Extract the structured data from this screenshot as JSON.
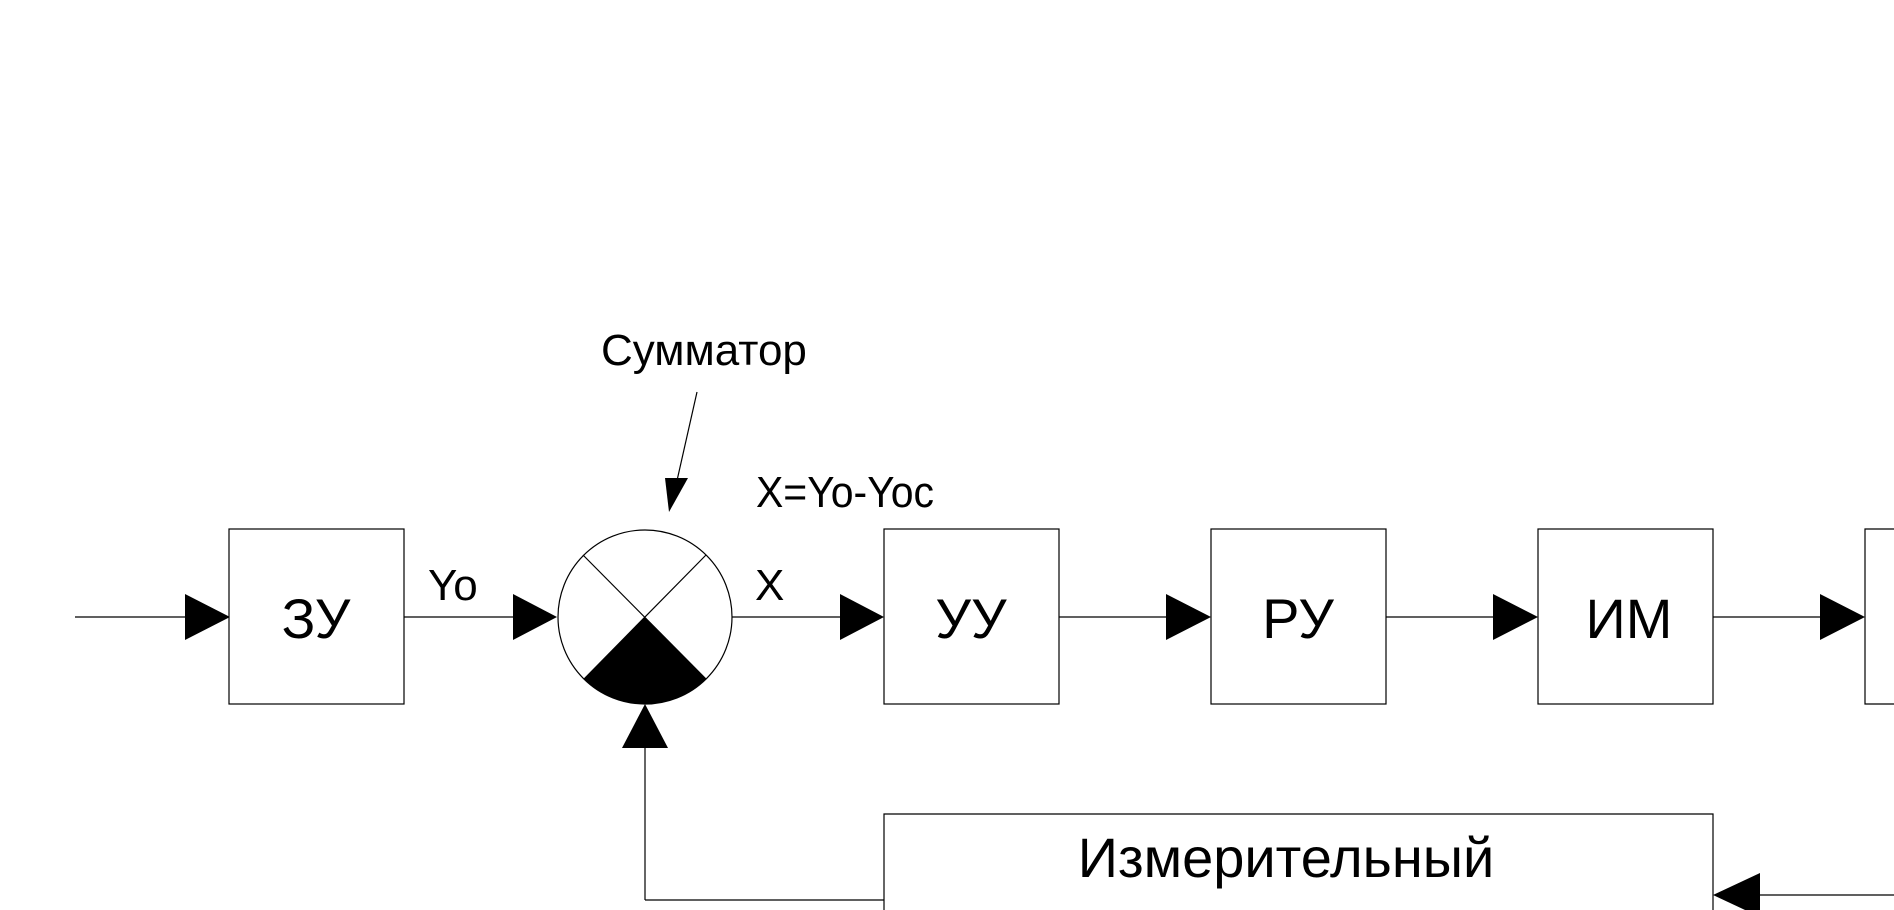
{
  "diagram": {
    "blocks": {
      "zu": "ЗУ",
      "uu": "УУ",
      "ru": "РУ",
      "im": "ИМ",
      "measuring": "Измерительный"
    },
    "labels": {
      "adder": "Сумматор",
      "yo": "Yo",
      "x": "X",
      "equation": "X=Yo-Yoc"
    }
  }
}
